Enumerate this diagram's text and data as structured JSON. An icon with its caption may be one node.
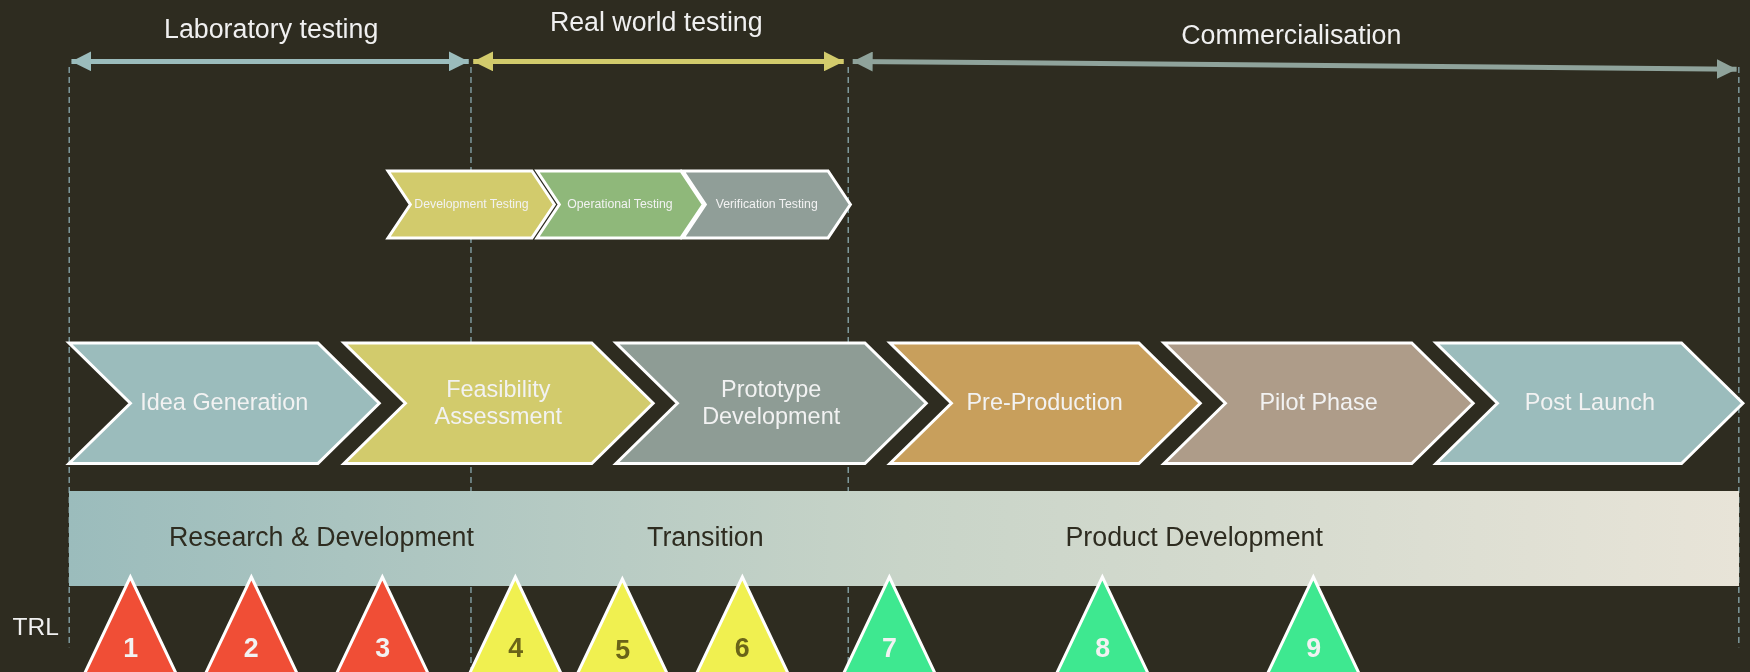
{
  "diagram": {
    "nodes": [
      {
        "text": [
          "Development Testing"
        ]
      },
      {
        "text": [
          "Operational Testing"
        ]
      },
      {
        "text": [
          "Verification Testing"
        ]
      },
      {
        "text": [
          "Idea Generation"
        ]
      },
      {
        "text": [
          "Feasibility Assessment"
        ]
      },
      {
        "text": [
          "Prototype Development"
        ]
      },
      {
        "text": [
          "Pre-Production"
        ]
      },
      {
        "text": [
          "Pilot Phase"
        ]
      },
      {
        "text": [
          "Post Launch"
        ]
      },
      {
        "text": [
          "Research & Development",
          "Transition",
          "Product Development"
        ]
      },
      {
        "text": [
          "1"
        ]
      },
      {
        "text": [
          "2"
        ]
      },
      {
        "text": [
          "3"
        ]
      },
      {
        "text": [
          "4"
        ]
      },
      {
        "text": [
          "5"
        ]
      },
      {
        "text": [
          "6"
        ]
      },
      {
        "text": [
          "7"
        ]
      },
      {
        "text": [
          "8"
        ]
      },
      {
        "text": [
          "9"
        ]
      }
    ],
    "labels": [
      "Laboratory testing",
      "Real world testing",
      "Commercialisation",
      "TRL"
    ]
  }
}
